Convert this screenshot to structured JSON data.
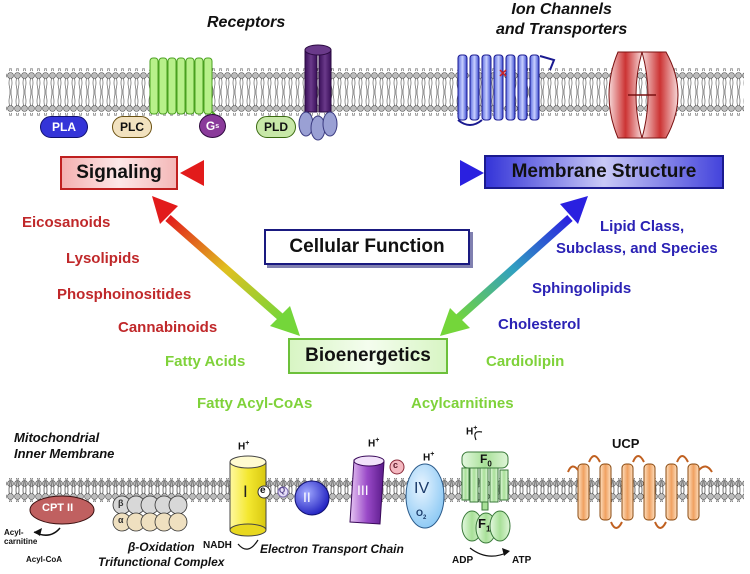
{
  "headers": {
    "receptors": "Receptors",
    "ion_channels": "Ion Channels\nand Transporters",
    "mito_membrane": "Mitochondrial\nInner Membrane"
  },
  "membrane_proteins": {
    "pla": "PLA",
    "plc": "PLC",
    "gs": "G",
    "gs_sub": "s",
    "pld": "PLD"
  },
  "nodes": {
    "signaling": "Signaling",
    "membrane_structure": "Membrane Structure",
    "cellular_function": "Cellular Function",
    "bioenergetics": "Bioenergetics"
  },
  "signaling_lipids": [
    "Eicosanoids",
    "Lysolipids",
    "Phosphoinositides",
    "Cannabinoids"
  ],
  "structure_lipids": [
    "Lipid Class,",
    "Subclass, and Species",
    "Sphingolipids",
    "Cholesterol",
    "Cardiolipin"
  ],
  "bioenergetic_lipids": [
    "Fatty Acids",
    "Fatty Acyl-CoAs",
    "Acylcarnitines"
  ],
  "mito": {
    "cpt2": "CPT II",
    "acylcarnitine": "Acyl-\ncarnitine",
    "acyl_coa": "Acyl-CoA",
    "beta": "β",
    "alpha": "α",
    "beta_oxidation": "β-Oxidation\nTrifunctional Complex",
    "complex1": "I",
    "complex2": "II",
    "complex3": "III",
    "complex4": "IV",
    "q": "Q",
    "c": "c",
    "o2": "O",
    "o2_sub": "2",
    "nadh": "NADH",
    "etc": "Electron Transport Chain",
    "h1": "H",
    "h2": "H",
    "h3": "H",
    "h4": "H",
    "hplus": "+",
    "f0": "F",
    "f0_sub": "0",
    "f1": "F",
    "f1_sub": "1",
    "adp": "ADP",
    "atp": "ATP",
    "ucp": "UCP"
  },
  "colors": {
    "signaling": "#d42020",
    "structure": "#2a20c8",
    "bioenergetics": "#7fd23a",
    "plc_green": "#8ee05a",
    "receptor_purple": "#4a1a6a",
    "ucp_orange": "#e07a2a"
  }
}
